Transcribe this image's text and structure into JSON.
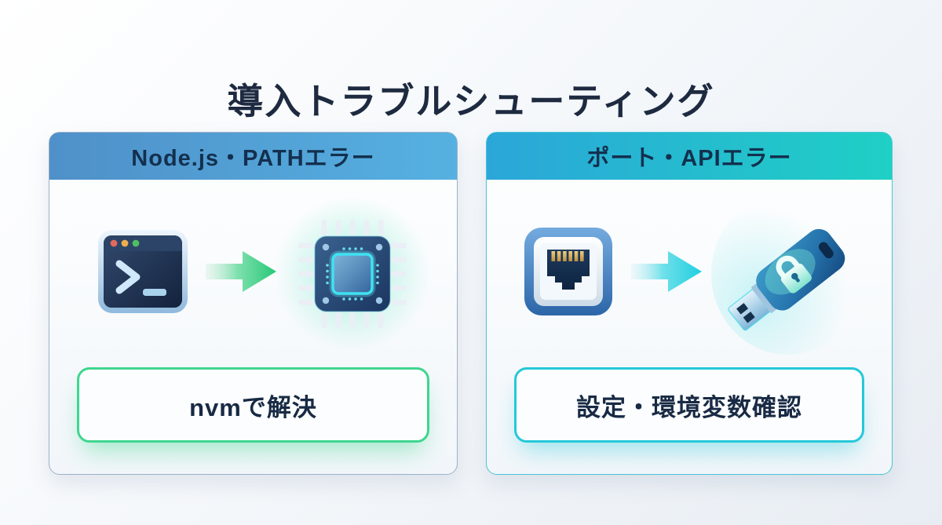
{
  "title": "導入トラブルシューティング",
  "theme": {
    "page_bg_end": "#e8edf3",
    "title_color": "#1d2a40",
    "header_text_color": "#13304e",
    "body_text_color": "#182a44",
    "card1_header_start": "#4f90c9",
    "card1_header_end": "#55b1e1",
    "card1_border": "#9db1c6",
    "card2_header_start": "#2ba6d9",
    "card2_header_end": "#1fd0c5",
    "card2_border": "#4cc4d4",
    "green_arrow": "#2dd184",
    "cyan_arrow": "#1fcfe0",
    "solution1_border": "#3fd68f",
    "solution2_border": "#25c8d8"
  },
  "cards": [
    {
      "header": "Node.js・PATHエラー",
      "icons": [
        "terminal-icon",
        "arrow-right-green-icon",
        "cpu-chip-icon"
      ],
      "solution": "nvmで解決"
    },
    {
      "header": "ポート・APIエラー",
      "icons": [
        "ethernet-port-icon",
        "arrow-right-cyan-icon",
        "usb-security-key-icon"
      ],
      "solution": "設定・環境変数確認"
    }
  ]
}
